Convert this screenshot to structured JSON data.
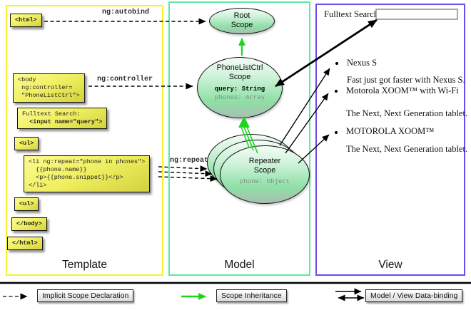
{
  "panels": {
    "template": {
      "label": "Template",
      "border_color": "#f7f22b"
    },
    "model": {
      "label": "Model",
      "border_color": "#5de9a3"
    },
    "view": {
      "label": "View",
      "border_color": "#6a4cf1"
    }
  },
  "template_code": {
    "html_open": "<html>",
    "body_open": "<body\n ng:controller=\n \"PhoneListCtrl\">",
    "fulltext_label": "Fulltext Search:",
    "fulltext_input": "  <input name=\"query\">",
    "ul_open": "<ul>",
    "li_repeat": "<li ng:repeat=\"phone in phones\">\n  {{phone.name}}\n  <p>{{phone.snippet}}</p>\n</li>",
    "ul_close": "<ul>",
    "body_close": "</body>",
    "html_close": "</html>"
  },
  "flow_labels": {
    "autobind": "ng:autobind",
    "controller": "ng:controller",
    "repeat": "ng:repeat"
  },
  "scopes": {
    "root": {
      "title": "Root\nScope"
    },
    "phonelist": {
      "title": "PhoneListCtrl\nScope",
      "prop_query": "query: String",
      "prop_phones": "phones: Array"
    },
    "repeater": {
      "title": "Repeater\nScope",
      "prop_phone": "phone: Object"
    }
  },
  "view": {
    "search_label": "Fulltext Search:",
    "search_value": "",
    "items": [
      {
        "title": "Nexus S",
        "desc": "Fast just got faster with Nexus S."
      },
      {
        "title": "Motorola XOOM™ with Wi-Fi",
        "desc": "The Next, Next Generation tablet."
      },
      {
        "title": "MOTOROLA XOOM™",
        "desc": "The Next, Next Generation tablet."
      }
    ]
  },
  "legend": {
    "implicit": "Implicit Scope Declaration",
    "inheritance": "Scope Inheritance",
    "databinding": "Model / View Data-binding"
  },
  "colors": {
    "inheritance_green": "#1fd41f",
    "code_box_top": "#fcfb90",
    "code_box_bottom": "#d2d23e"
  }
}
